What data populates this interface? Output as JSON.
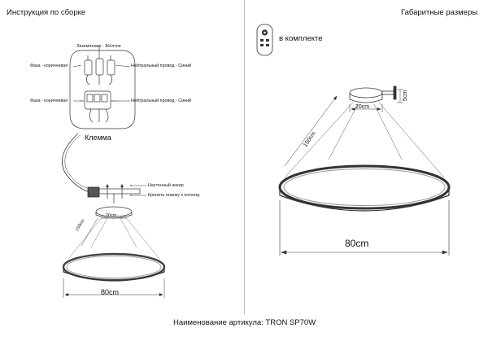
{
  "left_panel": {
    "title": "Инструкция по сборке",
    "wiring": {
      "ground_label": "Заземление - Жёлтое",
      "phase_label_top": "Фаза - коричневая",
      "neutral_label_top": "Нейтральный провод - Синий",
      "phase_label_bottom": "Фаза - коричневая",
      "neutral_label_bottom": "Нейтральный провод - Синий",
      "terminal_label": "Клемма"
    },
    "mount": {
      "wall_anchor_label": "Настенный анкер",
      "bracket_label": "Крепить планку к потолку"
    },
    "dims": {
      "diameter": "80cm",
      "height": "150cm",
      "canopy": "20cm"
    }
  },
  "right_panel": {
    "title": "Габаритные размеры",
    "remote": {
      "icon": "remote-control-icon",
      "label": "в комплекте"
    },
    "dims": {
      "diameter": "80cm",
      "height": "150cm",
      "canopy": "20cm",
      "canopy_height": "5cm"
    }
  },
  "footer": {
    "article": "Наименование артикула: TRON SP70W"
  }
}
